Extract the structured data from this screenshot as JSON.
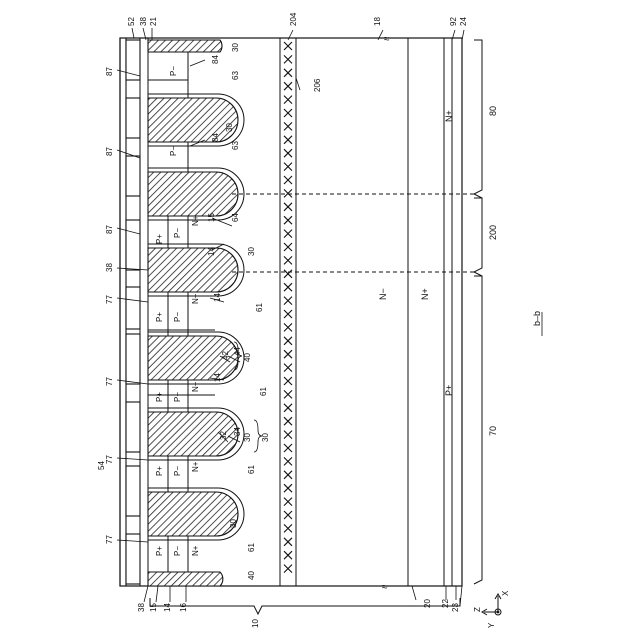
{
  "figure": {
    "caption": "b–b",
    "axes": {
      "z": "Z",
      "x": "X",
      "y": "Y"
    },
    "break_marks": [
      "≈",
      "≈"
    ]
  },
  "layers": {
    "n_minus_drift": "N−",
    "n_plus_buffer": "N+",
    "p_plus_collector": "P+"
  },
  "regions": {
    "r80": "80",
    "r200": "200",
    "r70": "70"
  },
  "cell_labels": {
    "p_plus": "P+",
    "p_minus": "P−",
    "n_plus": "N+"
  },
  "refs": {
    "r10": "10",
    "r14": "14",
    "r15": "15",
    "r16": "16",
    "r18": "18",
    "r20": "20",
    "r21": "21",
    "r22": "22",
    "r23": "23",
    "r24": "24",
    "r30": "30",
    "r32": "32",
    "r34": "34",
    "r38": "38",
    "r40": "40",
    "r42": "42",
    "r44": "44",
    "r52": "52",
    "r54": "54",
    "r61": "61",
    "r63": "63",
    "r64": "64",
    "r77": "77",
    "r84": "84",
    "r87": "87",
    "r92": "92",
    "r204": "204",
    "r206": "206"
  },
  "colors": {
    "line": "#111111",
    "hatch": "#222222",
    "background": "#ffffff"
  }
}
